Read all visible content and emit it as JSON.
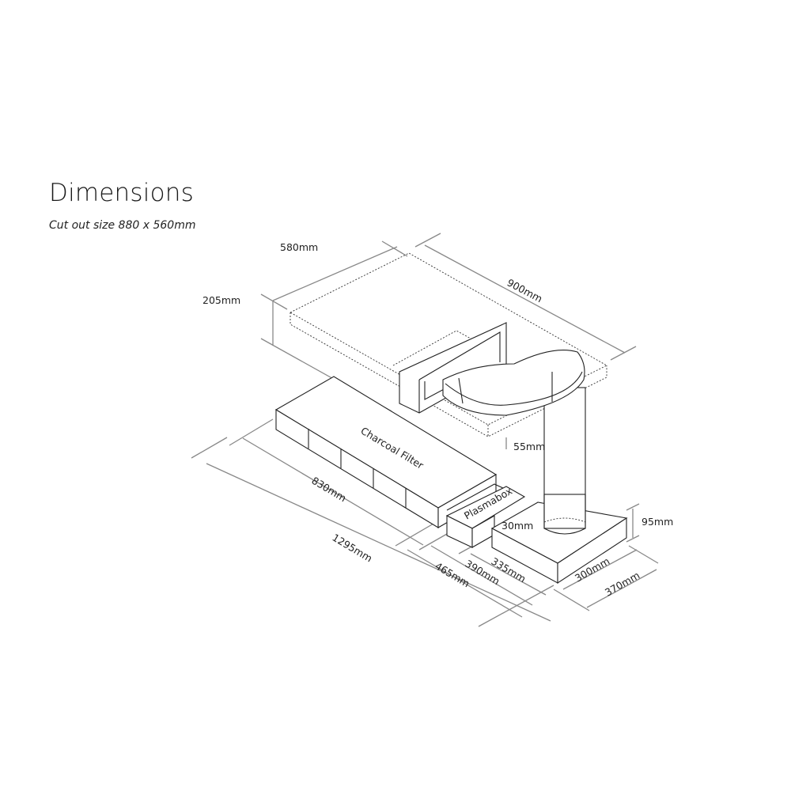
{
  "header": {
    "title": "Dimensions",
    "subtitle": "Cut out size 880 x 560mm"
  },
  "components": {
    "charcoal_filter": "Charcoal Filter",
    "plasmabox": "Plasmabox"
  },
  "dimensions": {
    "hob_depth": "580mm",
    "hob_width": "900mm",
    "under_hob_height": "205mm",
    "hob_thickness": "55mm",
    "filter_length": "830mm",
    "overall_length": "1295mm",
    "len_465": "465mm",
    "len_390": "390mm",
    "len_335": "335mm",
    "gap_30": "30mm",
    "base_height": "95mm",
    "base_300": "300mm",
    "base_370": "370mm"
  }
}
